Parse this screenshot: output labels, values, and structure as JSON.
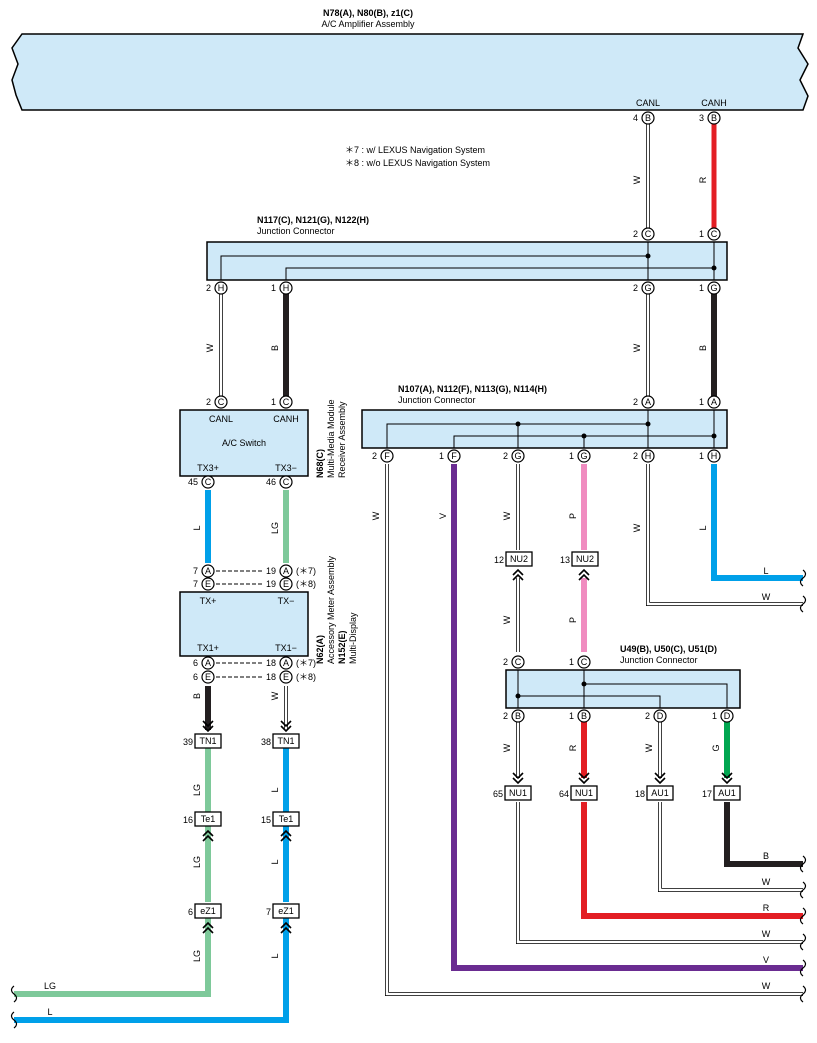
{
  "amplifier": {
    "codes": "N78(A), N80(B), z1(C)",
    "name": "A/C Amplifier Assembly",
    "pin_canl_label": "CANL",
    "pin_canh_label": "CANH"
  },
  "notes": [
    "＊7 : w/ LEXUS Navigation System",
    "＊8 : w/o LEXUS Navigation System"
  ],
  "jc1": {
    "codes": "N117(C), N121(G), N122(H)",
    "name": "Junction Connector"
  },
  "jc2": {
    "codes": "N107(A), N112(F), N113(G), N114(H)",
    "name": "Junction Connector"
  },
  "jc3": {
    "codes": "U49(B), U50(C), U51(D)",
    "name": "Junction Connector"
  },
  "acswitch": {
    "title": "A/C Switch",
    "canl": "CANL",
    "canh": "CANH",
    "tx3p": "TX3+",
    "tx3m": "TX3−",
    "code": "N68(C)",
    "name1": "Multi-Media Module",
    "name2": "Receiver Assembly"
  },
  "meter": {
    "txp": "TX+",
    "txm": "TX−",
    "tx1p": "TX1+",
    "tx1m": "TX1−",
    "code1": "N62(A)",
    "name1": "Accessory Meter Assembly",
    "code2": "N152(E)",
    "name2": "Multi-Display"
  },
  "opt": {
    "n7": "(＊7)",
    "n8": "(＊8)"
  },
  "wire_colors": {
    "W": "#ffffff",
    "R": "#e31e24",
    "B": "#231f20",
    "L": "#00a0e9",
    "LG": "#7ec99a",
    "P": "#f08cc0",
    "V": "#6a2c91",
    "G": "#00a650"
  },
  "pin_labels": [
    "4",
    "B",
    "3",
    "2",
    "C",
    "1",
    "H",
    "G",
    "A",
    "F",
    "45",
    "46",
    "7",
    "19",
    "E",
    "6",
    "18",
    "12",
    "13",
    "NU2",
    "D",
    "39",
    "38",
    "TN1",
    "16",
    "15",
    "Te1",
    "eZ1",
    "65",
    "64",
    "18",
    "17",
    "NU1",
    "AU1"
  ],
  "exit_labels": [
    "L",
    "W",
    "B",
    "W",
    "R",
    "W",
    "V",
    "W",
    "LG",
    "L"
  ]
}
